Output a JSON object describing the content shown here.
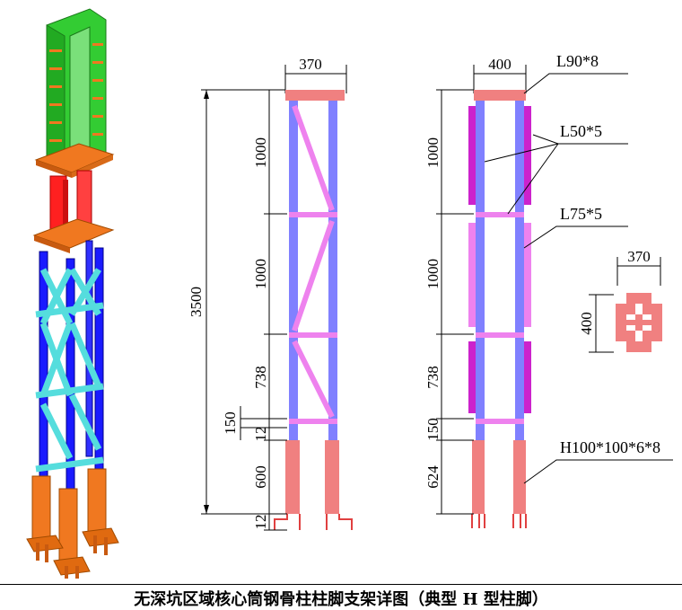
{
  "caption": "无深坑区域核心筒钢骨柱柱脚支架详图（典型 H 型柱脚）",
  "dimensions": {
    "width_front": "370",
    "width_side": "400",
    "total_height": "3500",
    "seg_1000_a": "1000",
    "seg_1000_b": "1000",
    "seg_738": "738",
    "seg_150": "150",
    "seg_12_top": "12",
    "seg_600": "600",
    "seg_12_bottom": "12",
    "side_1000_a": "1000",
    "side_1000_b": "1000",
    "side_738": "738",
    "side_150": "150",
    "side_624": "624",
    "section_width": "370",
    "section_height": "400"
  },
  "labels": {
    "l90": "L90*8",
    "l50": "L50*5",
    "l75": "L75*5",
    "h100": "H100*100*6*8"
  },
  "colors": {
    "column_blue": "#8080ff",
    "brace_pink": "#ee82ee",
    "chord_magenta": "#cc22cc",
    "h_column_red": "#f08080",
    "model_green": "#33cc33",
    "model_blue": "#1a1aff",
    "model_cyan": "#55dddd",
    "model_orange": "#f07820",
    "model_red": "#ff2020"
  }
}
